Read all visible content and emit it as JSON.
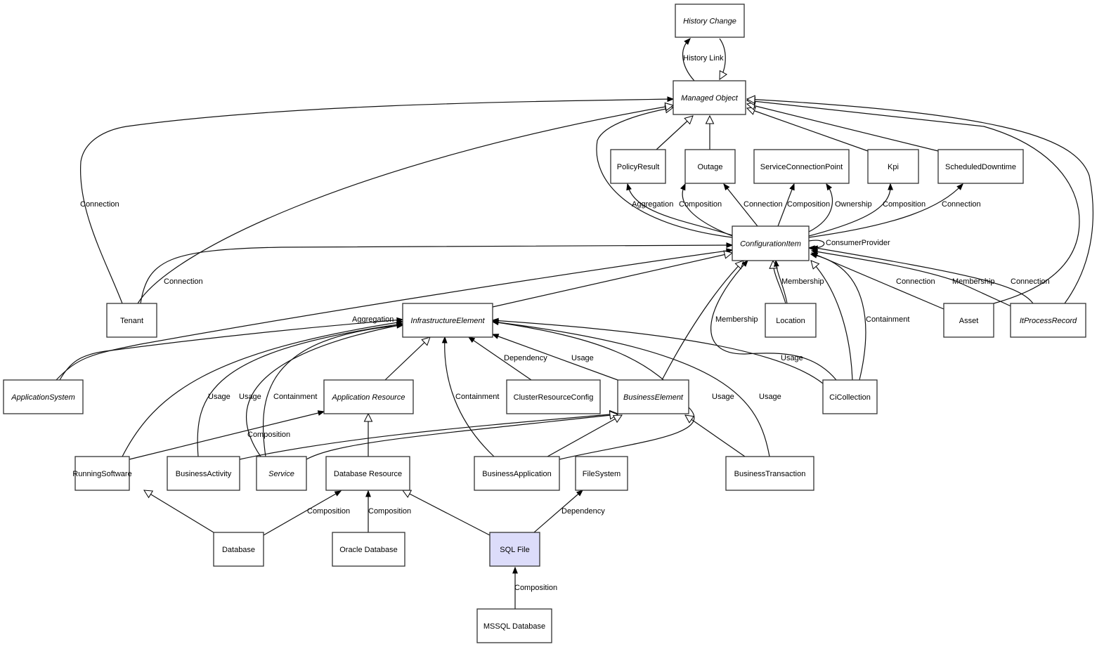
{
  "diagram": {
    "title": "Class relationship diagram",
    "highlight_color": "#dcdcfa",
    "nodes": [
      {
        "id": "HistoryChange",
        "label": "History Change",
        "abstract": true
      },
      {
        "id": "ManagedObject",
        "label": "Managed Object",
        "abstract": true
      },
      {
        "id": "PolicyResult",
        "label": "PolicyResult",
        "abstract": false
      },
      {
        "id": "Outage",
        "label": "Outage",
        "abstract": false
      },
      {
        "id": "ServiceConnectionPoint",
        "label": "ServiceConnectionPoint",
        "abstract": false
      },
      {
        "id": "Kpi",
        "label": "Kpi",
        "abstract": false
      },
      {
        "id": "ScheduledDowntime",
        "label": "ScheduledDowntime",
        "abstract": false
      },
      {
        "id": "ConfigurationItem",
        "label": "ConfigurationItem",
        "abstract": true
      },
      {
        "id": "Tenant",
        "label": "Tenant",
        "abstract": false
      },
      {
        "id": "InfrastructureElement",
        "label": "InfrastructureElement",
        "abstract": true
      },
      {
        "id": "Location",
        "label": "Location",
        "abstract": false
      },
      {
        "id": "Asset",
        "label": "Asset",
        "abstract": false
      },
      {
        "id": "ItProcessRecord",
        "label": "ItProcessRecord",
        "abstract": true
      },
      {
        "id": "ApplicationSystem",
        "label": "ApplicationSystem",
        "abstract": true
      },
      {
        "id": "ApplicationResource",
        "label": "Application Resource",
        "abstract": true
      },
      {
        "id": "ClusterResourceConfig",
        "label": "ClusterResourceConfig",
        "abstract": false
      },
      {
        "id": "BusinessElement",
        "label": "BusinessElement",
        "abstract": true
      },
      {
        "id": "CiCollection",
        "label": "CiCollection",
        "abstract": false
      },
      {
        "id": "RunningSoftware",
        "label": "RunningSoftware",
        "abstract": false
      },
      {
        "id": "BusinessActivity",
        "label": "BusinessActivity",
        "abstract": false
      },
      {
        "id": "Service",
        "label": "Service",
        "abstract": true
      },
      {
        "id": "DatabaseResource",
        "label": "Database Resource",
        "abstract": false
      },
      {
        "id": "BusinessApplication",
        "label": "BusinessApplication",
        "abstract": false
      },
      {
        "id": "FileSystem",
        "label": "FileSystem",
        "abstract": false
      },
      {
        "id": "BusinessTransaction",
        "label": "BusinessTransaction",
        "abstract": false
      },
      {
        "id": "Database",
        "label": "Database",
        "abstract": false
      },
      {
        "id": "OracleDatabase",
        "label": "Oracle Database",
        "abstract": false
      },
      {
        "id": "SQLFile",
        "label": "SQL File",
        "abstract": false,
        "highlighted": true
      },
      {
        "id": "MSSQLDatabase",
        "label": "MSSQL Database",
        "abstract": false
      }
    ],
    "edges": [
      {
        "from": "ManagedObject",
        "to": "HistoryChange",
        "label": "History Link",
        "type": "association"
      },
      {
        "from": "HistoryChange",
        "to": "ManagedObject",
        "label": "",
        "type": "inheritance"
      },
      {
        "from": "PolicyResult",
        "to": "ManagedObject",
        "label": "",
        "type": "inheritance"
      },
      {
        "from": "Outage",
        "to": "ManagedObject",
        "label": "",
        "type": "inheritance"
      },
      {
        "from": "Kpi",
        "to": "ManagedObject",
        "label": "",
        "type": "inheritance"
      },
      {
        "from": "ScheduledDowntime",
        "to": "ManagedObject",
        "label": "",
        "type": "inheritance"
      },
      {
        "from": "ConfigurationItem",
        "to": "ManagedObject",
        "label": "",
        "type": "inheritance"
      },
      {
        "from": "Tenant",
        "to": "ManagedObject",
        "label": "Connection",
        "type": "association"
      },
      {
        "from": "Tenant",
        "to": "ManagedObject",
        "label": "",
        "type": "inheritance"
      },
      {
        "from": "Asset",
        "to": "ManagedObject",
        "label": "",
        "type": "inheritance"
      },
      {
        "from": "ItProcessRecord",
        "to": "ManagedObject",
        "label": "",
        "type": "inheritance"
      },
      {
        "from": "ConfigurationItem",
        "to": "PolicyResult",
        "label": "Aggregation",
        "type": "association"
      },
      {
        "from": "ConfigurationItem",
        "to": "Outage",
        "label": "Composition",
        "type": "association"
      },
      {
        "from": "ConfigurationItem",
        "to": "Outage",
        "label": "Connection",
        "type": "association"
      },
      {
        "from": "ConfigurationItem",
        "to": "ServiceConnectionPoint",
        "label": "Composition",
        "type": "association"
      },
      {
        "from": "ConfigurationItem",
        "to": "ServiceConnectionPoint",
        "label": "Ownership",
        "type": "association"
      },
      {
        "from": "ConfigurationItem",
        "to": "Kpi",
        "label": "Composition",
        "type": "association"
      },
      {
        "from": "ConfigurationItem",
        "to": "ScheduledDowntime",
        "label": "Connection",
        "type": "association"
      },
      {
        "from": "ConfigurationItem",
        "to": "ConfigurationItem",
        "label": "ConsumerProvider",
        "type": "association"
      },
      {
        "from": "Tenant",
        "to": "ConfigurationItem",
        "label": "Connection",
        "type": "association"
      },
      {
        "from": "ApplicationSystem",
        "to": "ConfigurationItem",
        "label": "",
        "type": "association"
      },
      {
        "from": "InfrastructureElement",
        "to": "ConfigurationItem",
        "label": "",
        "type": "inheritance"
      },
      {
        "from": "BusinessElement",
        "to": "ConfigurationItem",
        "label": "",
        "type": "inheritance"
      },
      {
        "from": "CiCollection",
        "to": "ConfigurationItem",
        "label": "Membership",
        "type": "association"
      },
      {
        "from": "Location",
        "to": "ConfigurationItem",
        "label": "",
        "type": "inheritance"
      },
      {
        "from": "Location",
        "to": "ConfigurationItem",
        "label": "Membership",
        "type": "association"
      },
      {
        "from": "CiCollection",
        "to": "ConfigurationItem",
        "label": "",
        "type": "inheritance"
      },
      {
        "from": "CiCollection",
        "to": "ConfigurationItem",
        "label": "Containment",
        "type": "association"
      },
      {
        "from": "Asset",
        "to": "ConfigurationItem",
        "label": "Connection",
        "type": "association"
      },
      {
        "from": "ItProcessRecord",
        "to": "ConfigurationItem",
        "label": "Membership",
        "type": "association"
      },
      {
        "from": "ItProcessRecord",
        "to": "ConfigurationItem",
        "label": "Connection",
        "type": "association"
      },
      {
        "from": "ApplicationSystem",
        "to": "InfrastructureElement",
        "label": "Aggregation",
        "type": "association"
      },
      {
        "from": "RunningSoftware",
        "to": "InfrastructureElement",
        "label": "",
        "type": "association"
      },
      {
        "from": "BusinessActivity",
        "to": "InfrastructureElement",
        "label": "Usage",
        "type": "association"
      },
      {
        "from": "Service",
        "to": "InfrastructureElement",
        "label": "Usage",
        "type": "association"
      },
      {
        "from": "Service",
        "to": "InfrastructureElement",
        "label": "Containment",
        "type": "association"
      },
      {
        "from": "ApplicationResource",
        "to": "InfrastructureElement",
        "label": "",
        "type": "inheritance"
      },
      {
        "from": "BusinessApplication",
        "to": "InfrastructureElement",
        "label": "Containment",
        "type": "association"
      },
      {
        "from": "ClusterResourceConfig",
        "to": "InfrastructureElement",
        "label": "Dependency",
        "type": "association"
      },
      {
        "from": "BusinessElement",
        "to": "InfrastructureElement",
        "label": "Usage",
        "type": "association"
      },
      {
        "from": "BusinessApplication",
        "to": "InfrastructureElement",
        "label": "Usage",
        "type": "association"
      },
      {
        "from": "BusinessTransaction",
        "to": "InfrastructureElement",
        "label": "Usage",
        "type": "association"
      },
      {
        "from": "CiCollection",
        "to": "InfrastructureElement",
        "label": "Usage",
        "type": "association"
      },
      {
        "from": "RunningSoftware",
        "to": "ApplicationResource",
        "label": "Composition",
        "type": "association"
      },
      {
        "from": "DatabaseResource",
        "to": "ApplicationResource",
        "label": "",
        "type": "inheritance"
      },
      {
        "from": "BusinessActivity",
        "to": "BusinessElement",
        "label": "",
        "type": "inheritance"
      },
      {
        "from": "Service",
        "to": "BusinessElement",
        "label": "",
        "type": "inheritance"
      },
      {
        "from": "BusinessApplication",
        "to": "BusinessElement",
        "label": "",
        "type": "inheritance"
      },
      {
        "from": "BusinessTransaction",
        "to": "BusinessElement",
        "label": "",
        "type": "inheritance"
      },
      {
        "from": "Database",
        "to": "RunningSoftware",
        "label": "",
        "type": "inheritance"
      },
      {
        "from": "Database",
        "to": "DatabaseResource",
        "label": "Composition",
        "type": "association"
      },
      {
        "from": "OracleDatabase",
        "to": "DatabaseResource",
        "label": "Composition",
        "type": "association"
      },
      {
        "from": "SQLFile",
        "to": "DatabaseResource",
        "label": "",
        "type": "inheritance"
      },
      {
        "from": "SQLFile",
        "to": "FileSystem",
        "label": "Dependency",
        "type": "association"
      },
      {
        "from": "MSSQLDatabase",
        "to": "SQLFile",
        "label": "Composition",
        "type": "association"
      }
    ]
  }
}
